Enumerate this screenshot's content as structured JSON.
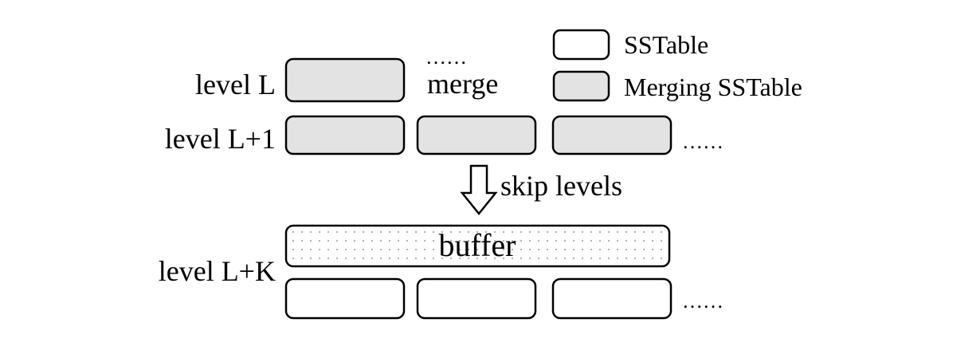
{
  "levels": {
    "level_l": "level L",
    "level_l1": "level L+1",
    "level_lk": "level L+K"
  },
  "legend": {
    "sstable": "SSTable",
    "merging_sstable": "Merging SSTable"
  },
  "labels": {
    "merge": "merge",
    "merge_dots": "……",
    "skip_levels": "skip levels",
    "buffer": "buffer",
    "ellipsis_l1": "……",
    "ellipsis_lk": "……"
  },
  "colors": {
    "merging_fill": "#e3e3e3",
    "sstable_fill": "#ffffff",
    "stroke": "#000000",
    "buffer_dots": "#9a9a9a"
  }
}
